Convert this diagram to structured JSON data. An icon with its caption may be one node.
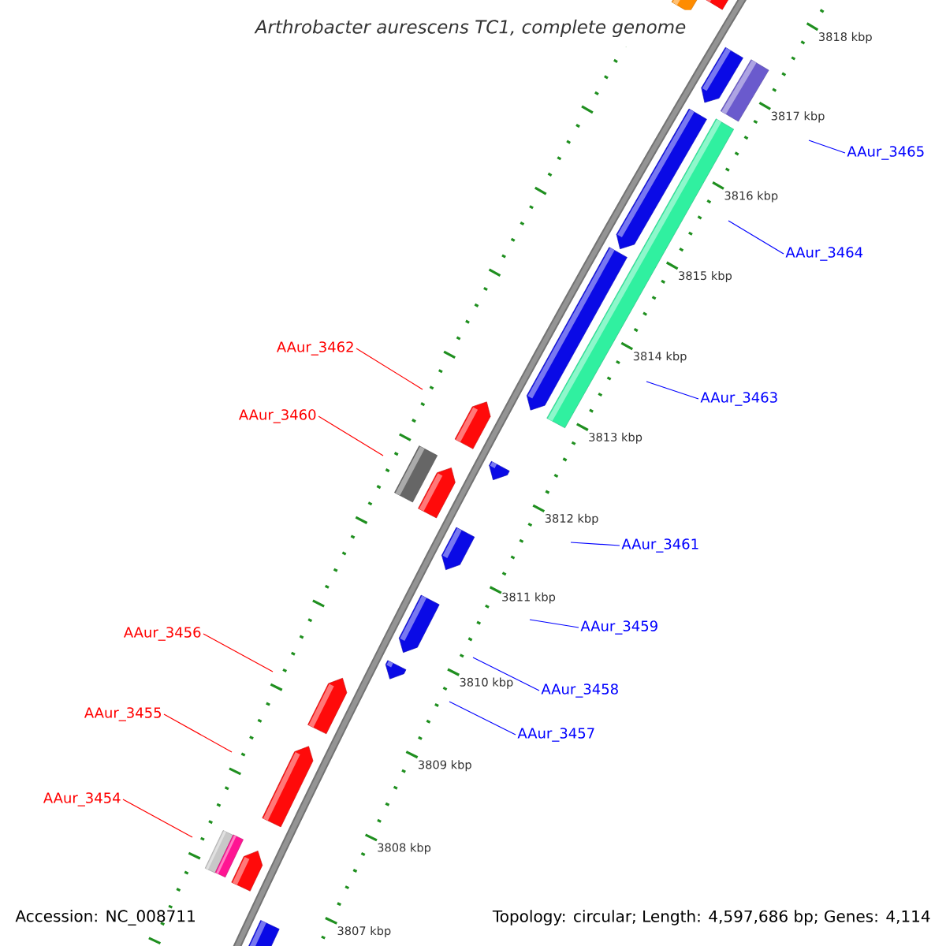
{
  "diagram": {
    "title": "Arthrobacter aurescens TC1, complete genome",
    "nodes": [
      {
        "text": [
          "AAur_3465"
        ]
      },
      {
        "text": [
          "AAur_3464"
        ]
      },
      {
        "text": [
          "AAur_3462"
        ]
      },
      {
        "text": [
          "AAur_3463"
        ]
      },
      {
        "text": [
          "AAur_3460"
        ]
      },
      {
        "text": [
          "AAur_3461"
        ]
      },
      {
        "text": [
          "AAur_3459"
        ]
      },
      {
        "text": [
          "AAur_3456"
        ]
      },
      {
        "text": [
          "AAur_3458"
        ]
      },
      {
        "text": [
          "AAur_3455"
        ]
      },
      {
        "text": [
          "AAur_3457"
        ]
      },
      {
        "text": [
          "AAur_3454"
        ]
      }
    ],
    "edges": [
      {
        "from": 0,
        "to": null,
        "arrow": "none"
      },
      {
        "from": 1,
        "to": null,
        "arrow": "none"
      },
      {
        "from": 2,
        "to": null,
        "arrow": "none",
        "color": "#ff0000"
      },
      {
        "from": 3,
        "to": null,
        "arrow": "none"
      },
      {
        "from": 4,
        "to": null,
        "arrow": "none",
        "color": "#ff0000"
      },
      {
        "from": 5,
        "to": null,
        "arrow": "none"
      },
      {
        "from": 6,
        "to": null,
        "arrow": "none"
      },
      {
        "from": 7,
        "to": null,
        "arrow": "none",
        "color": "#ff0000"
      },
      {
        "from": 8,
        "to": null,
        "arrow": "none"
      },
      {
        "from": 9,
        "to": null,
        "arrow": "none",
        "color": "#ff0000"
      },
      {
        "from": 10,
        "to": null,
        "arrow": "none"
      },
      {
        "from": 11,
        "to": null,
        "arrow": "none",
        "color": "#ff0000"
      }
    ],
    "labels": [
      "3818 kbp",
      "3817 kbp",
      "3816 kbp",
      "3815 kbp",
      "3814 kbp",
      "3813 kbp",
      "3812 kbp",
      "3811 kbp",
      "3810 kbp",
      "3809 kbp",
      "3808 kbp",
      "3807 kbp",
      "Accession: NC_008711",
      "Topology: circular; Length: 4,597,686 bp; Genes: 4,114"
    ]
  }
}
